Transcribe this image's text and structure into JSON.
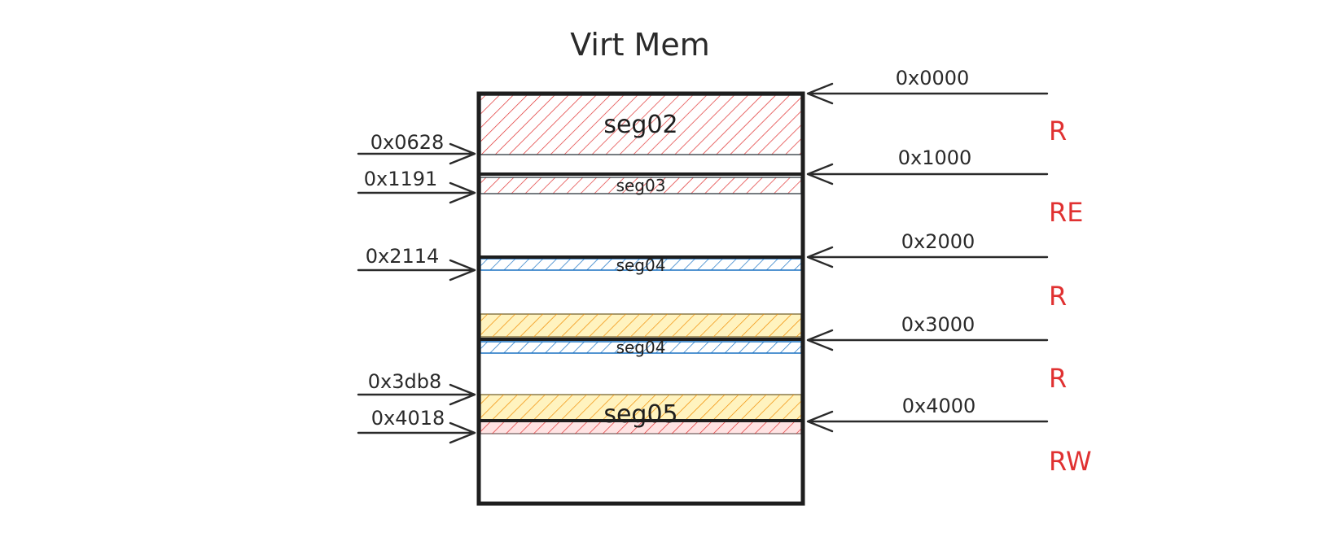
{
  "title": "Virt Mem",
  "page_addresses": [
    "0x0000",
    "0x1000",
    "0x2000",
    "0x3000",
    "0x4000"
  ],
  "permissions": [
    "R",
    "RE",
    "R",
    "R",
    "RW"
  ],
  "segment_addresses": [
    "0x0628",
    "0x1191",
    "0x2114",
    "0x3db8",
    "0x4018"
  ],
  "segments": [
    {
      "label": "seg02",
      "color": "#e03131"
    },
    {
      "label": "seg03",
      "color": "#e03131"
    },
    {
      "label": "seg04",
      "color": "#1971c2"
    },
    {
      "label": "",
      "color": "#f08c00"
    },
    {
      "label": "seg04",
      "color": "#1971c2"
    },
    {
      "label": "seg05",
      "color": "#f08c00"
    },
    {
      "label": "",
      "color": "#e03131"
    }
  ]
}
